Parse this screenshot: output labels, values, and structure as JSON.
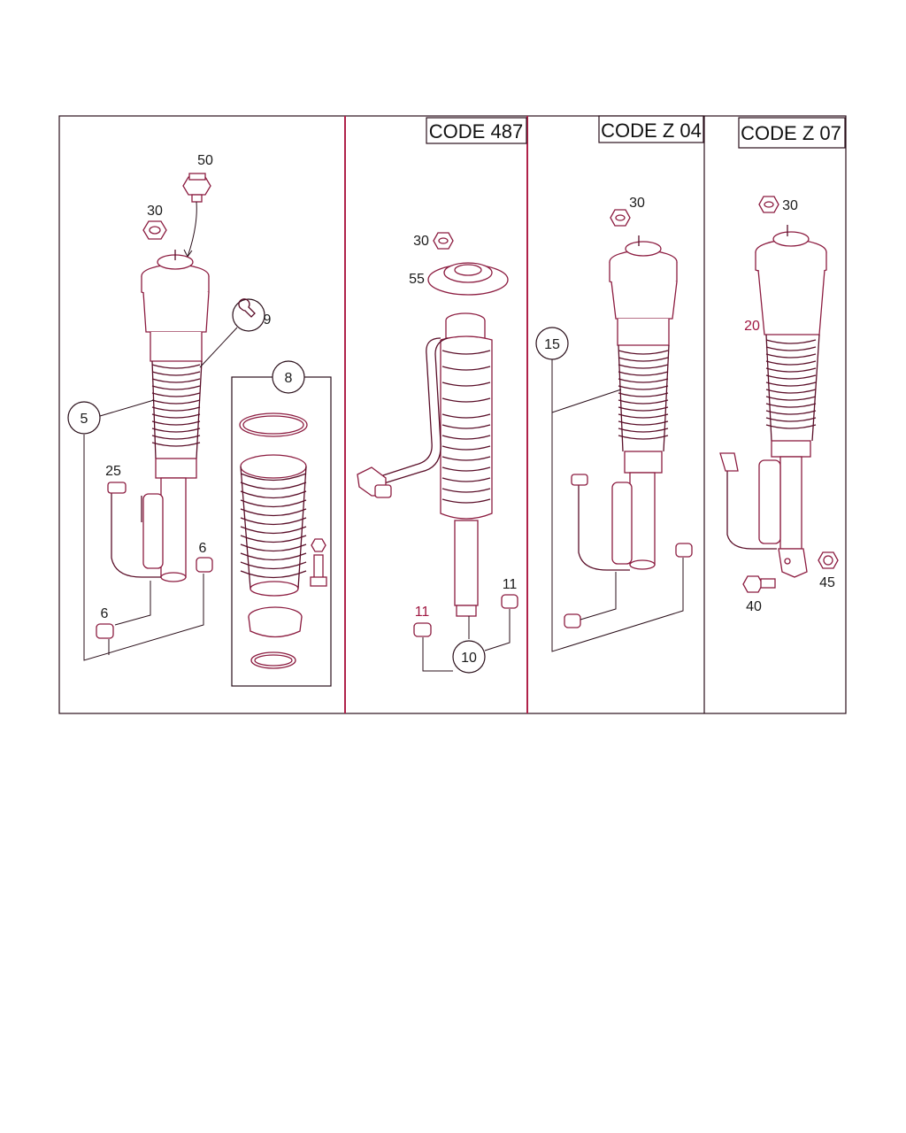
{
  "panels": {
    "p1": {
      "labels": {
        "l50": "50",
        "l30": "30",
        "l9": "9",
        "l5": "5",
        "l8": "8",
        "l25": "25",
        "l6a": "6",
        "l6b": "6"
      }
    },
    "p2": {
      "code": "CODE 487",
      "labels": {
        "l30": "30",
        "l55": "55",
        "l11a": "11",
        "l11b": "11",
        "l10": "10"
      }
    },
    "p3": {
      "code": "CODE Z 04",
      "labels": {
        "l30": "30",
        "l15": "15"
      }
    },
    "p4": {
      "code": "CODE Z 07",
      "labels": {
        "l30": "30",
        "l20": "20",
        "l40": "40",
        "l45": "45"
      }
    }
  },
  "colors": {
    "line": "#8c1c40",
    "divider": "#b0224a",
    "text": "#1a1a1a"
  }
}
